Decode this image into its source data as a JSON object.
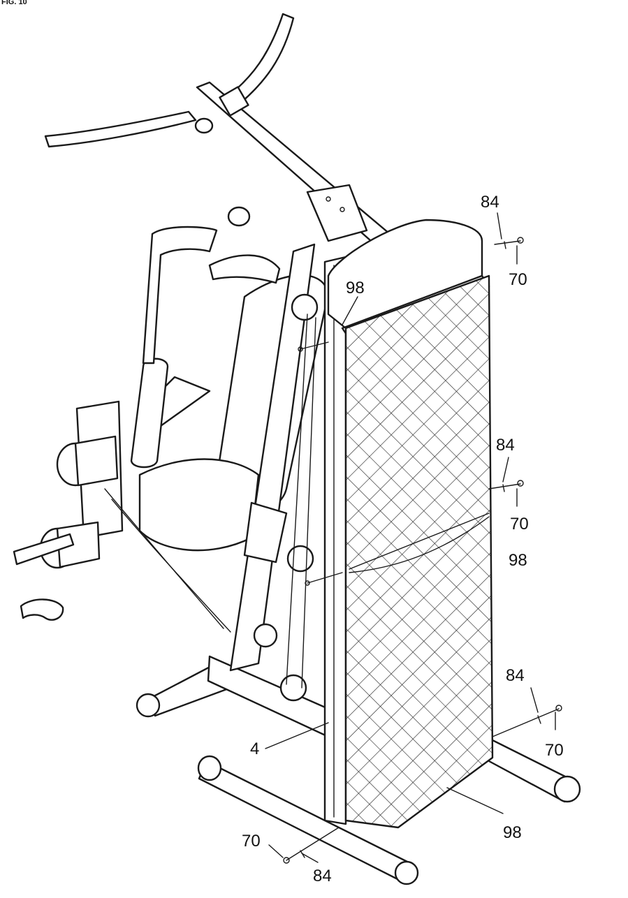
{
  "figure_label": "FIG. 10",
  "callouts": [
    {
      "id": "c84a",
      "text": "84"
    },
    {
      "id": "c70a",
      "text": "70"
    },
    {
      "id": "c98a",
      "text": "98"
    },
    {
      "id": "c84b",
      "text": "84"
    },
    {
      "id": "c70b",
      "text": "70"
    },
    {
      "id": "c98b",
      "text": "98"
    },
    {
      "id": "c84c",
      "text": "84"
    },
    {
      "id": "c70c",
      "text": "70"
    },
    {
      "id": "c4",
      "text": "4"
    },
    {
      "id": "c98c",
      "text": "98"
    },
    {
      "id": "c70d",
      "text": "70"
    },
    {
      "id": "c84d",
      "text": "84"
    }
  ],
  "colors": {
    "ink": "#1a1a1a",
    "paper": "#ffffff"
  }
}
